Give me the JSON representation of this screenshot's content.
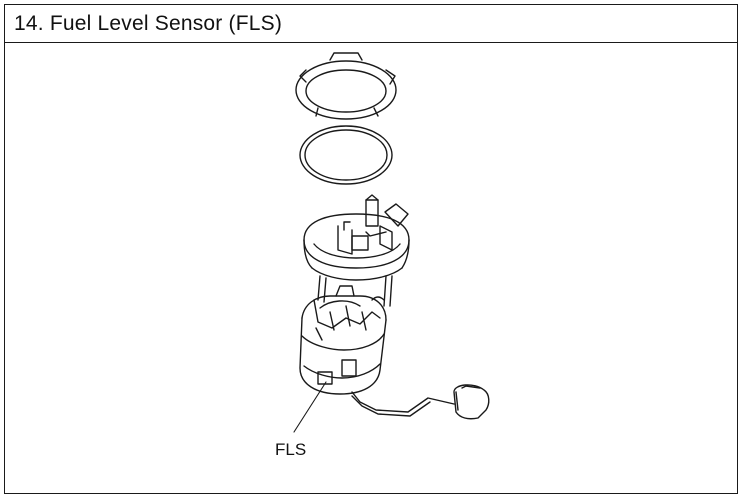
{
  "section": {
    "title": "14. Fuel Level Sensor (FLS)"
  },
  "diagram": {
    "callout_label": "FLS",
    "parts": [
      "lock-ring",
      "o-ring-gasket",
      "fuel-pump-assembly",
      "fuel-level-sensor-float"
    ]
  }
}
